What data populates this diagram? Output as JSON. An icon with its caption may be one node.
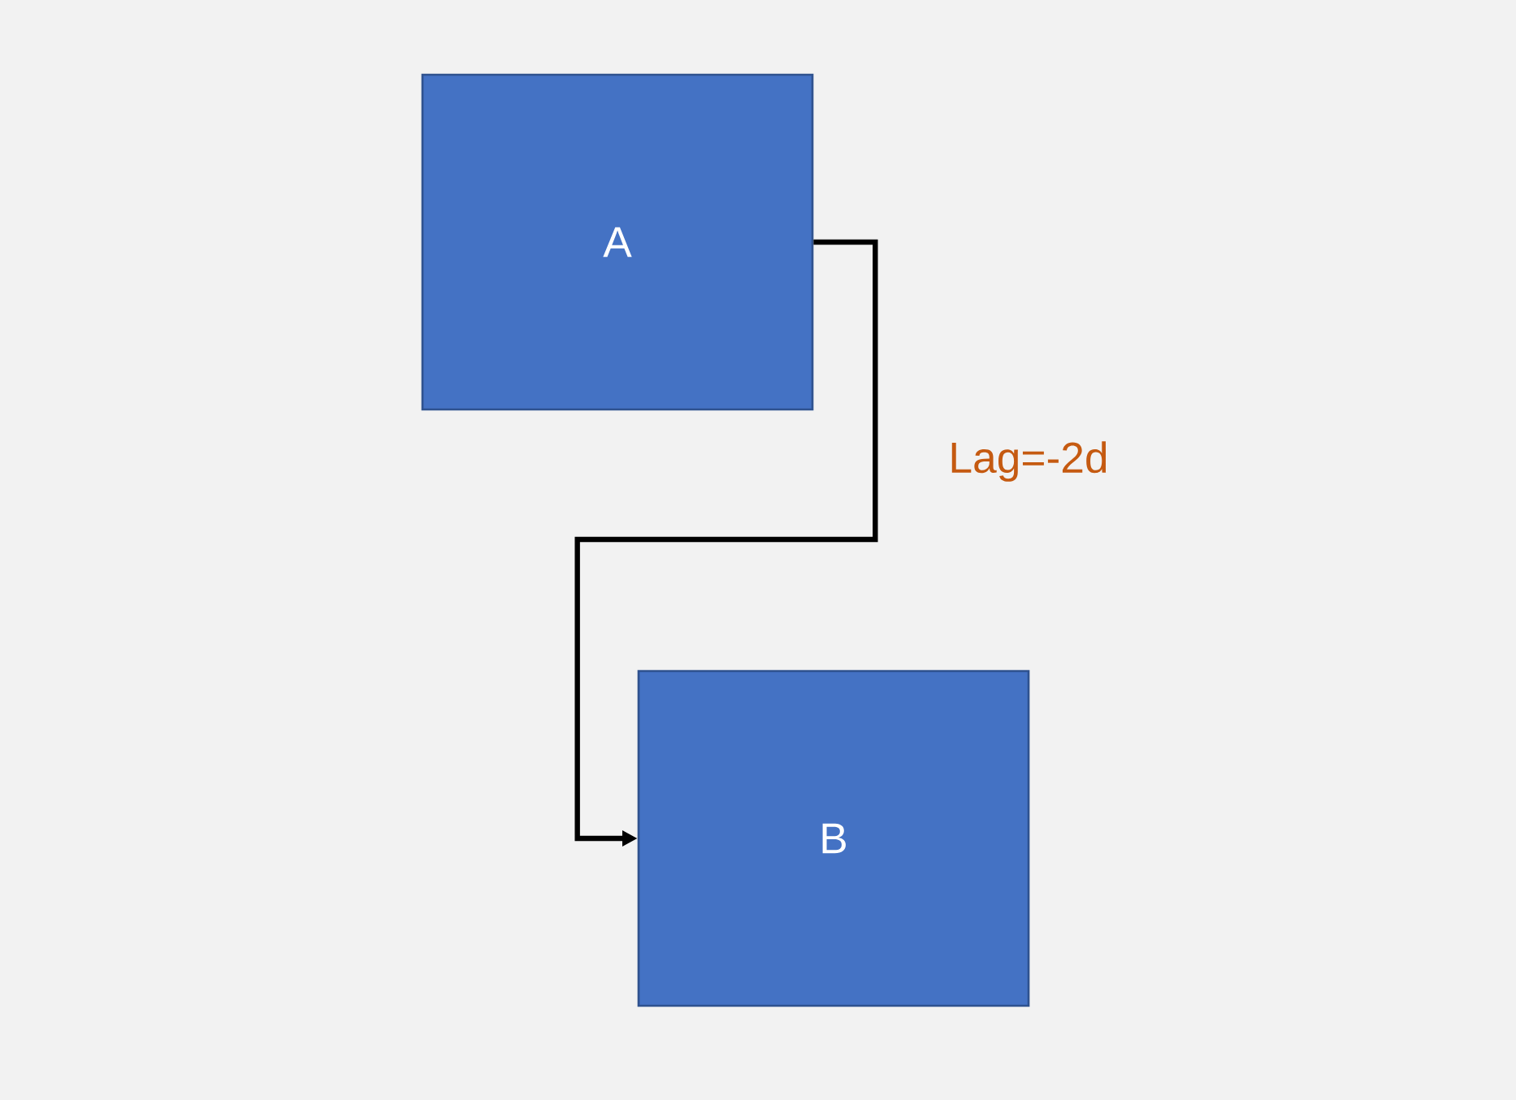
{
  "diagram": {
    "nodes": [
      {
        "text": [
          "A"
        ]
      },
      {
        "text": [
          "B"
        ]
      }
    ],
    "edges": [
      {
        "from": 0,
        "to": 1,
        "arrow": "to",
        "label": "Lag=-2d"
      }
    ]
  }
}
